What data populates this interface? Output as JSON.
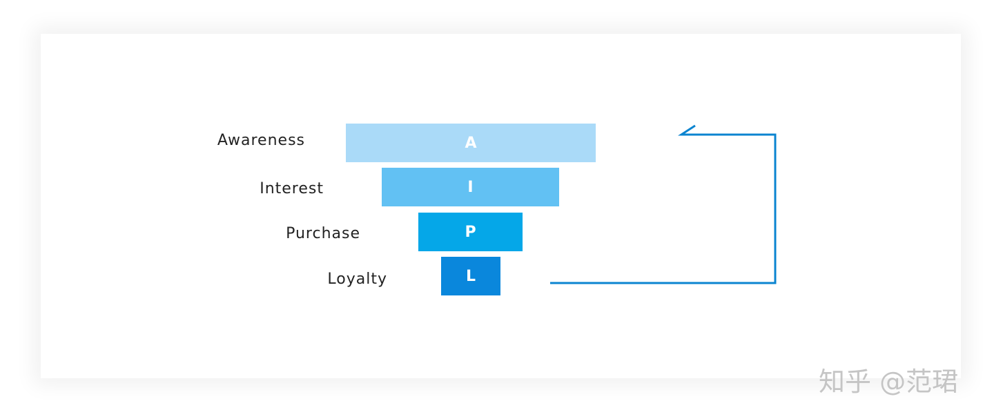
{
  "funnel": {
    "stages": [
      {
        "label": "Awareness",
        "letter": "A",
        "color": "#aadaf8"
      },
      {
        "label": "Interest",
        "letter": "I",
        "color": "#62c1f3"
      },
      {
        "label": "Purchase",
        "letter": "P",
        "color": "#05a7e8"
      },
      {
        "label": "Loyalty",
        "letter": "L",
        "color": "#0a87dc"
      }
    ],
    "loop_color": "#0b84d0"
  },
  "watermark": {
    "text": "知乎 @范珺"
  }
}
